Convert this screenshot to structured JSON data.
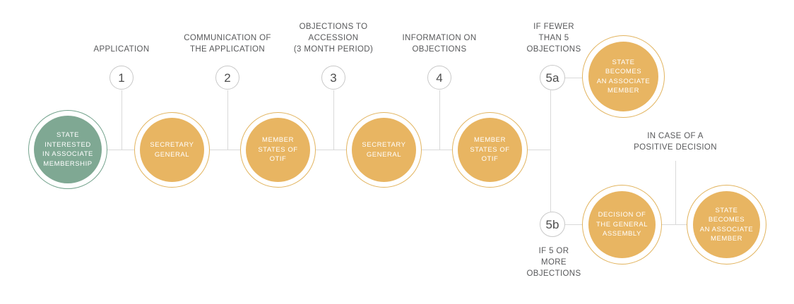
{
  "diagram": {
    "title": "OTIF associate membership accession procedure flowchart",
    "colors": {
      "orange_fill": "#e8b562",
      "orange_ring": "#e2b45f",
      "teal_fill": "#7fa893",
      "teal_ring": "#74a38d",
      "line": "#d9d9d9",
      "caption_text": "#58595b",
      "step_text": "#4d4d4d",
      "node_text": "#ffffff",
      "background": "#ffffff"
    },
    "nodes": [
      {
        "id": "state-interested",
        "label": "STATE\nINTERESTED\nIN ASSOCIATE\nMEMBERSHIP",
        "color": "teal"
      },
      {
        "id": "secretary-general-1",
        "label": "SECRETARY\nGENERAL",
        "color": "orange"
      },
      {
        "id": "member-states-1",
        "label": "MEMBER\nSTATES OF\nOTIF",
        "color": "orange"
      },
      {
        "id": "secretary-general-2",
        "label": "SECRETARY\nGENERAL",
        "color": "orange"
      },
      {
        "id": "member-states-2",
        "label": "MEMBER\nSTATES OF\nOTIF",
        "color": "orange"
      },
      {
        "id": "associate-member-a",
        "label": "STATE\nBECOMES\nAN ASSOCIATE\nMEMBER",
        "color": "orange"
      },
      {
        "id": "general-assembly",
        "label": "DECISION OF\nTHE GENERAL\nASSEMBLY",
        "color": "orange"
      },
      {
        "id": "associate-member-b",
        "label": "STATE\nBECOMES\nAN ASSOCIATE\nMEMBER",
        "color": "orange"
      }
    ],
    "steps": [
      {
        "id": "step-1",
        "number": "1"
      },
      {
        "id": "step-2",
        "number": "2"
      },
      {
        "id": "step-3",
        "number": "3"
      },
      {
        "id": "step-4",
        "number": "4"
      },
      {
        "id": "step-5a",
        "number": "5a"
      },
      {
        "id": "step-5b",
        "number": "5b"
      }
    ],
    "captions": [
      {
        "id": "caption-1",
        "text": "APPLICATION"
      },
      {
        "id": "caption-2",
        "text": "COMMUNICATION OF\nTHE APPLICATION"
      },
      {
        "id": "caption-3",
        "text": "OBJECTIONS TO\nACCESSION\n(3 MONTH PERIOD)"
      },
      {
        "id": "caption-4",
        "text": "INFORMATION ON\nOBJECTIONS"
      },
      {
        "id": "caption-5a",
        "text": "IF FEWER\nTHAN 5\nOBJECTIONS"
      },
      {
        "id": "caption-5b",
        "text": "IF 5 OR\nMORE\nOBJECTIONS"
      },
      {
        "id": "caption-positive-decision",
        "text": "IN CASE OF A\nPOSITIVE DECISION"
      }
    ]
  }
}
